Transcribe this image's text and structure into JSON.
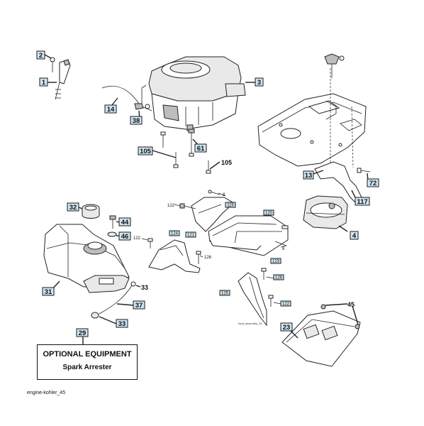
{
  "callouts": {
    "c1": "1",
    "c2": "2",
    "c3": "3",
    "c4": "4",
    "c13": "13",
    "c14": "14",
    "c23": "23",
    "c29": "29",
    "c31": "31",
    "c32": "32",
    "c33a": "33",
    "c33b": "33",
    "c37": "37",
    "c38": "38",
    "c44": "44",
    "c45": "45",
    "c46": "46",
    "c61": "61",
    "c72": "72",
    "c105a": "105",
    "c105b": "105",
    "c117": "117",
    "s8a": "8",
    "s8b": "8",
    "s119": "119",
    "s120": "120",
    "s121": "121",
    "s122a": "122",
    "s122b": "122",
    "s122c": "122",
    "s123": "123",
    "s124": "124",
    "s125": "125",
    "s126a": "126",
    "s126b": "126"
  },
  "optional_equipment": {
    "title": "OPTIONAL EQUIPMENT",
    "subtitle": "Spark Arrester"
  },
  "caption": "engine-kohler_45",
  "small_note": "heat_assembly_15"
}
